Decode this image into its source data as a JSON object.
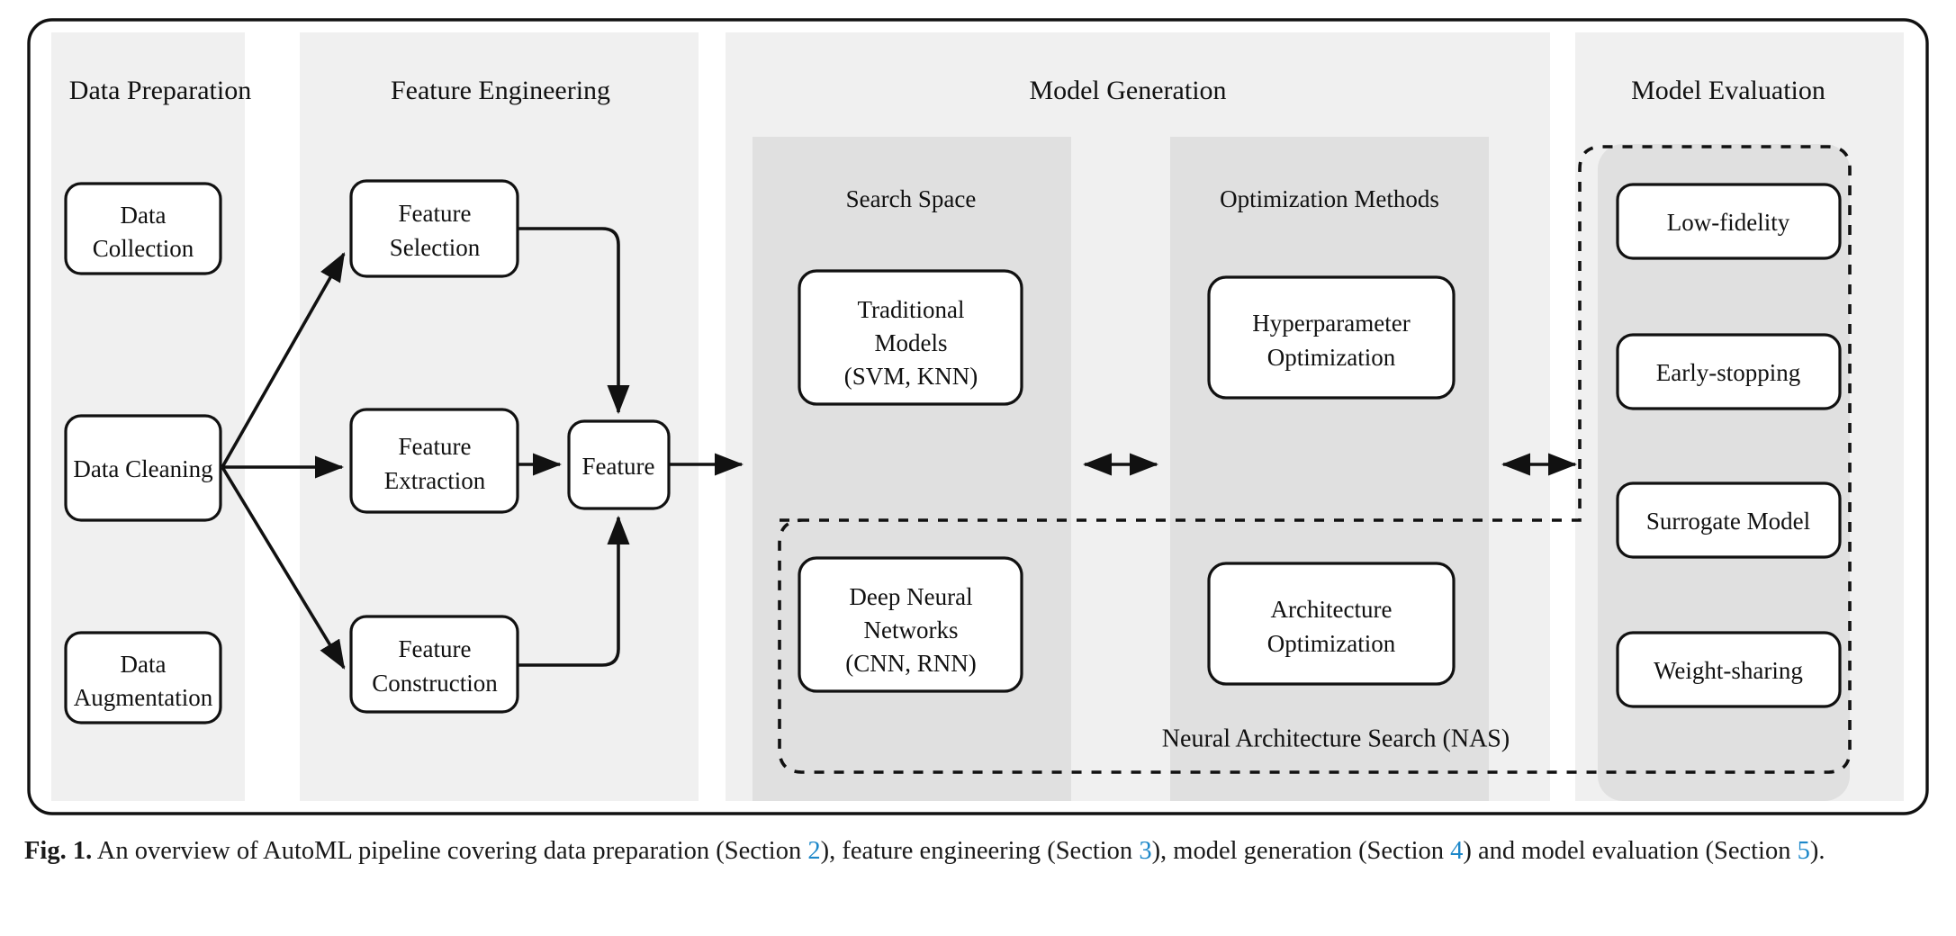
{
  "figure": {
    "columns": [
      {
        "id": "data-preparation",
        "label": "Data Preparation",
        "nodes": [
          {
            "id": "data-collection",
            "lines": [
              "Data",
              "Collection"
            ]
          },
          {
            "id": "data-cleaning",
            "lines": [
              "Data Cleaning"
            ]
          },
          {
            "id": "data-augmentation",
            "lines": [
              "Data",
              "Augmentation"
            ]
          }
        ]
      },
      {
        "id": "feature-engineering",
        "label": "Feature Engineering",
        "nodes": [
          {
            "id": "feature-selection",
            "lines": [
              "Feature",
              "Selection"
            ]
          },
          {
            "id": "feature-extraction",
            "lines": [
              "Feature",
              "Extraction"
            ]
          },
          {
            "id": "feature-construction",
            "lines": [
              "Feature",
              "Construction"
            ]
          },
          {
            "id": "feature",
            "lines": [
              "Feature"
            ]
          }
        ]
      },
      {
        "id": "model-generation",
        "label": "Model Generation",
        "subpanels": [
          {
            "id": "search-space",
            "label": "Search Space",
            "nodes": [
              {
                "id": "traditional-models",
                "lines": [
                  "Traditional",
                  "Models",
                  "(SVM, KNN)"
                ]
              },
              {
                "id": "deep-neural-networks",
                "lines": [
                  "Deep Neural",
                  "Networks",
                  "(CNN, RNN)"
                ]
              }
            ]
          },
          {
            "id": "optimization-methods",
            "label": "Optimization Methods",
            "nodes": [
              {
                "id": "hyperparameter-optimization",
                "lines": [
                  "Hyperparameter",
                  "Optimization"
                ]
              },
              {
                "id": "architecture-optimization",
                "lines": [
                  "Architecture",
                  "Optimization"
                ]
              }
            ]
          }
        ]
      },
      {
        "id": "model-evaluation",
        "label": "Model Evaluation",
        "nodes": [
          {
            "id": "low-fidelity",
            "lines": [
              "Low-fidelity"
            ]
          },
          {
            "id": "early-stopping",
            "lines": [
              "Early-stopping"
            ]
          },
          {
            "id": "surrogate-model",
            "lines": [
              "Surrogate Model"
            ]
          },
          {
            "id": "weight-sharing",
            "lines": [
              "Weight-sharing"
            ]
          }
        ]
      }
    ],
    "nas_label": "Neural Architecture Search (NAS)",
    "colors": {
      "column_panel": "#f0f0f0",
      "sub_panel": "#e0e0e0",
      "node_fill": "#ffffff",
      "stroke": "#111111",
      "link": "#1c87c9",
      "page_background": "#ffffff"
    }
  },
  "caption": {
    "fig_number": "Fig. 1.",
    "part1": " An overview of AutoML pipeline covering data preparation (Section ",
    "link1": "2",
    "part2": "), feature engineering (Section ",
    "link2": "3",
    "part3": "), model generation (Section ",
    "link3": "4",
    "part4": ") and model evaluation (Section ",
    "link4": "5",
    "part5": ")."
  }
}
